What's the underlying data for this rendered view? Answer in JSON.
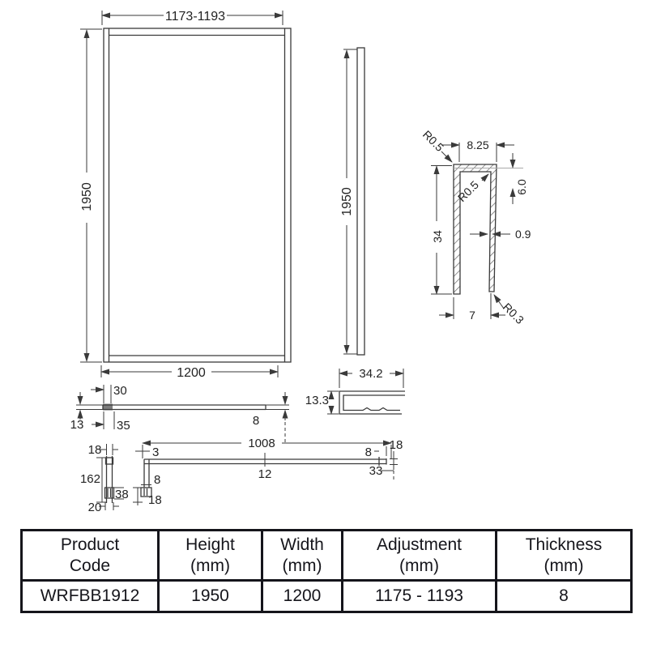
{
  "colors": {
    "line": "#3a3a3a",
    "table_ink": "#15151b"
  },
  "front_view": {
    "width_range": "1173-1193",
    "height": "1950",
    "width_bottom": "1200"
  },
  "side_view": {
    "height": "1950"
  },
  "glass_top_view": {
    "channel_width_inner": "30",
    "channel_depth": "13",
    "channel_width_outer": "35",
    "glass_thickness": "8"
  },
  "channel_profile": {
    "width": "34.2",
    "height": "13.3"
  },
  "section_detail": {
    "radius_top_outer": "R0.5",
    "top_width": "8.25",
    "radius_top_inner": "R0.5",
    "glazing_depth": "6.0",
    "leg_length": "34",
    "wall_thickness": "0.9",
    "bottom_width": "7",
    "radius_bottom": "R0.3"
  },
  "wall_bracket": {
    "top_width": "18",
    "length": "162",
    "foot_height": "38",
    "foot_width": "20"
  },
  "support_bar": {
    "length": "1008",
    "end_offset": "3",
    "leg_width": "8",
    "leg_foot_height": "18",
    "bar_width": "12",
    "end_width": "8",
    "end_height": "18",
    "end_offset_right": "33"
  },
  "spec_table": {
    "columns": [
      {
        "header_line1": "Product",
        "header_line2": "Code",
        "value": "WRFBB1912"
      },
      {
        "header_line1": "Height",
        "header_line2": "(mm)",
        "value": "1950"
      },
      {
        "header_line1": "Width",
        "header_line2": "(mm)",
        "value": "1200"
      },
      {
        "header_line1": "Adjustment",
        "header_line2": "(mm)",
        "value": "1175 - 1193"
      },
      {
        "header_line1": "Thickness",
        "header_line2": "(mm)",
        "value": "8"
      }
    ]
  }
}
